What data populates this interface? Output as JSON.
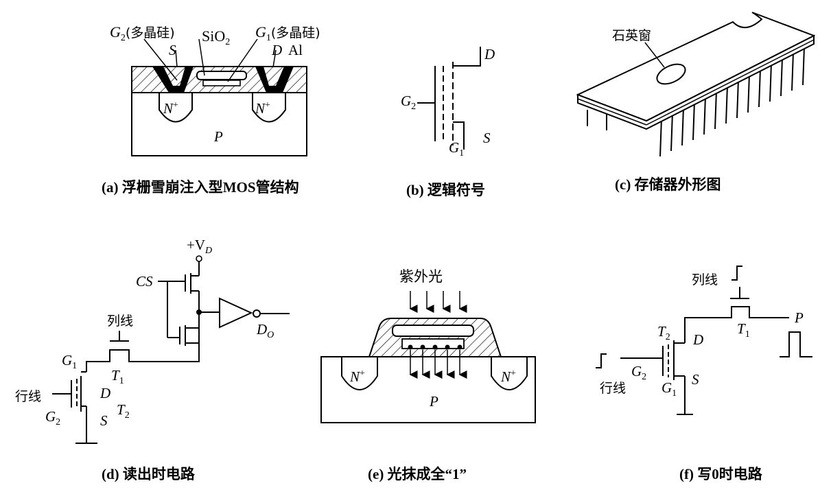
{
  "panels": {
    "a": {
      "caption": "(a) 浮栅雪崩注入型MOS管结构",
      "g2": "G",
      "g2_sub": "2",
      "g2_note": "(多晶硅)",
      "sio2": "SiO",
      "sio2_sub": "2",
      "g1": "G",
      "g1_sub": "1",
      "g1_note": "(多晶硅)",
      "s": "S",
      "d": "D",
      "al": "Al",
      "nplus": "N",
      "nplus_sup": "+",
      "p": "P"
    },
    "b": {
      "caption": "(b) 逻辑符号",
      "d": "D",
      "g2": "G",
      "g2_sub": "2",
      "g1": "G",
      "g1_sub": "1",
      "s": "S"
    },
    "c": {
      "caption": "(c) 存储器外形图",
      "window_label": "石英窗"
    },
    "d": {
      "caption": "(d) 读出时电路",
      "vd": "+V",
      "vd_sub": "D",
      "cs": "CS",
      "col_line": "列线",
      "row_line": "行线",
      "g1": "G",
      "g1_sub": "1",
      "t1": "T",
      "t1_sub": "1",
      "d": "D",
      "g2": "G",
      "g2_sub": "2",
      "s": "S",
      "t2": "T",
      "t2_sub": "2",
      "do": "D",
      "do_sub": "O"
    },
    "e": {
      "caption": "(e) 光抹成全“1”",
      "uv": "紫外光",
      "nplus": "N",
      "nplus_sup": "+",
      "p": "P"
    },
    "f": {
      "caption": "(f) 写0时电路",
      "col_line": "列线",
      "row_line": "行线",
      "p": "P",
      "t2": "T",
      "t2_sub": "2",
      "d": "D",
      "t1": "T",
      "t1_sub": "1",
      "g2": "G",
      "g2_sub": "2",
      "g1": "G",
      "g1_sub": "1",
      "s": "S"
    }
  }
}
